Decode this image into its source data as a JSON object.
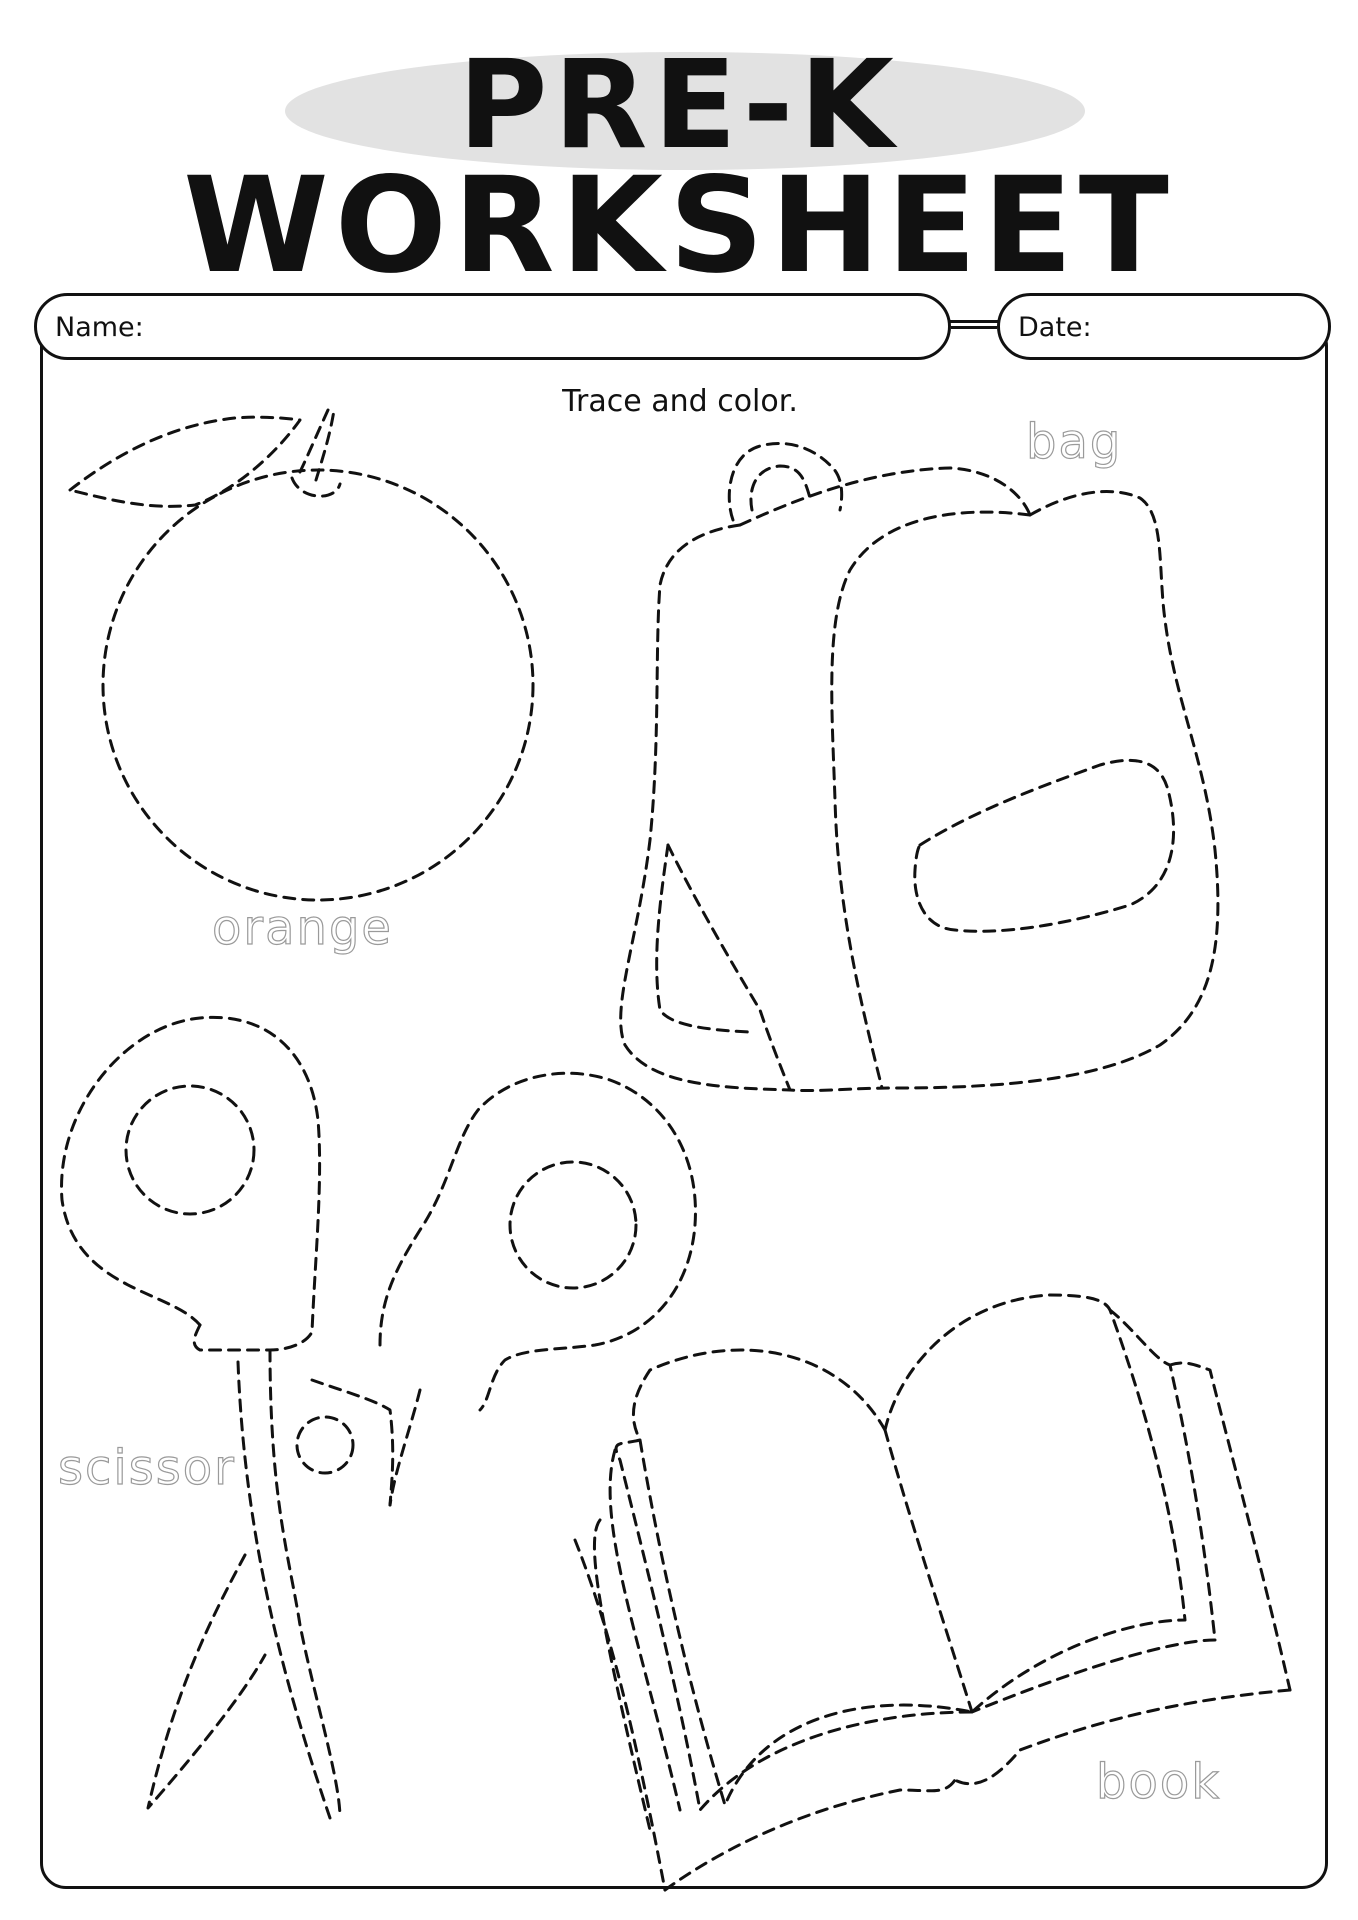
{
  "header": {
    "title_line1": "PRE-K",
    "title_line2": "WORKSHEET"
  },
  "fields": {
    "name_label": "Name:",
    "date_label": "Date:"
  },
  "instruction": "Trace and color.",
  "items": [
    {
      "word": "orange",
      "icon": "orange-outline"
    },
    {
      "word": "bag",
      "icon": "backpack-outline"
    },
    {
      "word": "scissor",
      "icon": "scissors-outline"
    },
    {
      "word": "book",
      "icon": "book-outline"
    }
  ]
}
